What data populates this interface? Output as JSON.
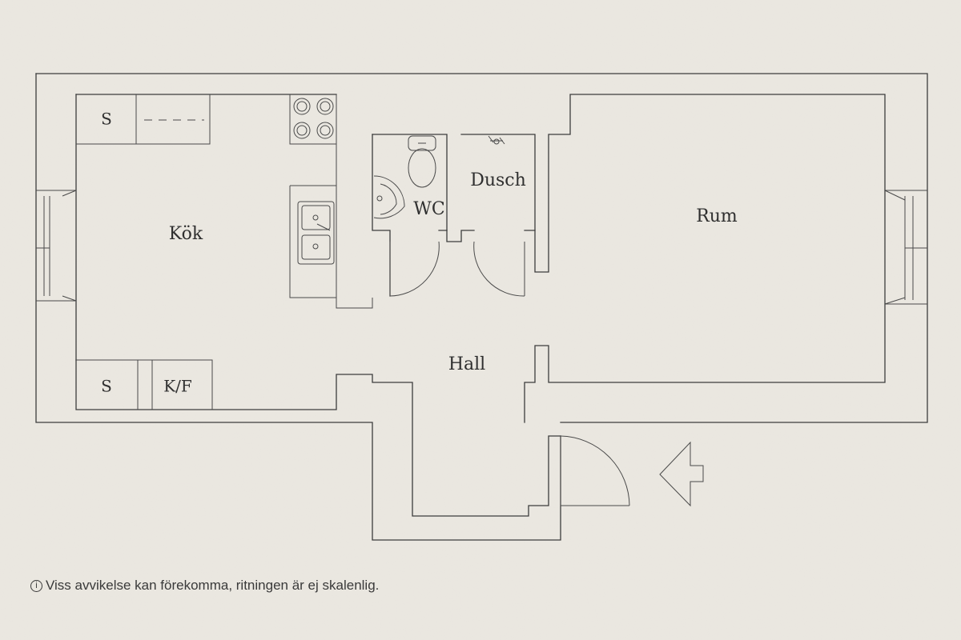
{
  "rooms": {
    "kitchen": "Kök",
    "wc": "WC",
    "shower": "Dusch",
    "living_room": "Rum",
    "hall": "Hall"
  },
  "fixtures": {
    "storage_top": "S",
    "storage_bottom": "S",
    "fridge_freezer": "K/F"
  },
  "note": {
    "icon": "info-icon",
    "text": "Viss avvikelse kan förekomma, ritningen är ej skalenlig."
  }
}
